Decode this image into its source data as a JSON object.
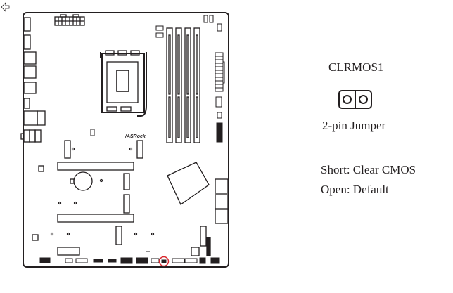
{
  "diagram": {
    "board_logo": "ASRock",
    "highlight_color": "#d9262c",
    "highlighted_header": "CLRMOS1"
  },
  "legend": {
    "header_name": "CLRMOS1",
    "jumper_type": "2-pin Jumper",
    "short_desc": "Short: Clear CMOS",
    "open_desc": "Open: Default"
  }
}
